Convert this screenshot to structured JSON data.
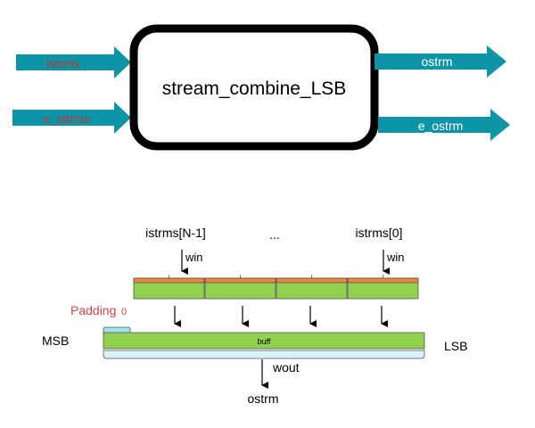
{
  "block": {
    "name": "stream_combine_LSB"
  },
  "ports": {
    "in1": "istrms",
    "in2": "e_istrms",
    "out1": "ostrm",
    "out2": "e_ostrm"
  },
  "detail": {
    "top_left_label": "istrms[N-1]",
    "ellipsis": "...",
    "top_right_label": "istrms[0]",
    "win_left": "win",
    "win_right": "win",
    "padding_label": "Padding",
    "padding_value": "0",
    "msb": "MSB",
    "lsb": "LSB",
    "buff": "buff",
    "wout": "wout",
    "output": "ostrm"
  },
  "colors": {
    "port_arrow": "#0d94a6",
    "in_label": "#b43a3a",
    "out_label": "#ffffff",
    "segment_fill": "#92d050",
    "segment_top": "#f0843c",
    "padding_fill": "#9fe2f0",
    "bracket_fill": "#d8f3fa",
    "padding_text": "#e04040"
  }
}
